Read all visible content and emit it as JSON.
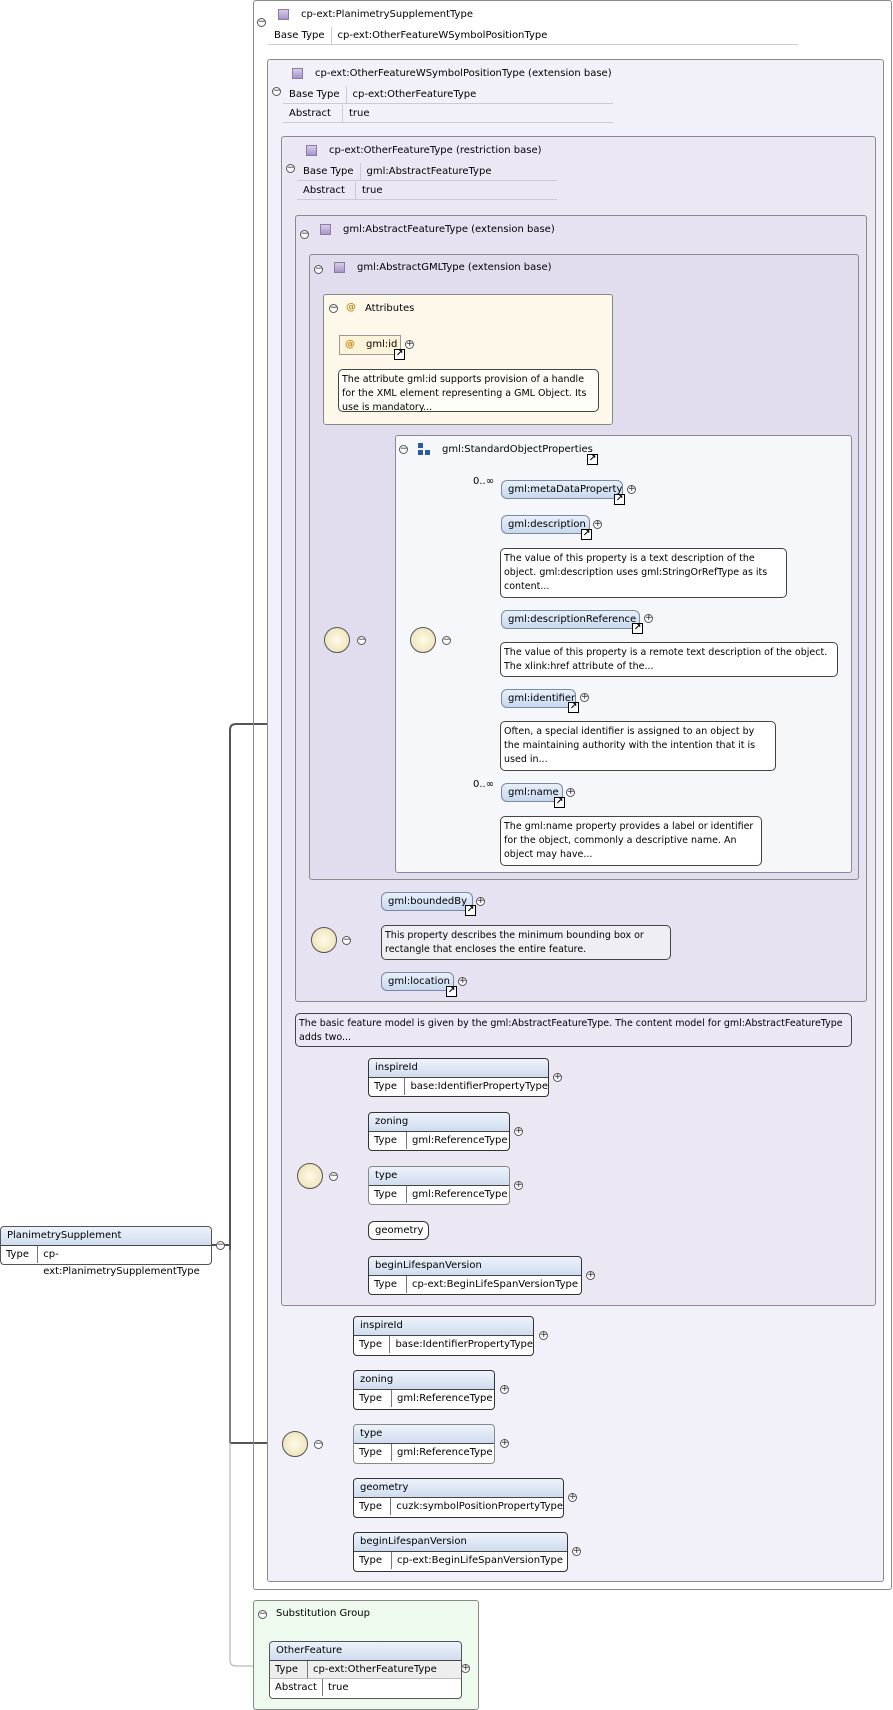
{
  "root_type": {
    "title": "cp-ext:PlanimetrySupplementType",
    "base_type_key": "Base Type",
    "base_type_value": "cp-ext:OtherFeatureWSymbolPositionType"
  },
  "ext1": {
    "title": "cp-ext:OtherFeatureWSymbolPositionType (extension base)",
    "base_type_key": "Base Type",
    "base_type_value": "cp-ext:OtherFeatureType",
    "abstract_key": "Abstract",
    "abstract_value": "true"
  },
  "ext2": {
    "title": "cp-ext:OtherFeatureType (restriction base)",
    "base_type_key": "Base Type",
    "base_type_value": "gml:AbstractFeatureType",
    "abstract_key": "Abstract",
    "abstract_value": "true"
  },
  "ext3": {
    "title": "gml:AbstractFeatureType (extension base)"
  },
  "ext4": {
    "title": "gml:AbstractGMLType (extension base)"
  },
  "attributes": {
    "title": "Attributes",
    "id_label": "gml:id",
    "id_doc": "The attribute gml:id supports provision of a handle for the XML element representing a GML Object. Its use is mandatory..."
  },
  "std_group": {
    "title": "gml:StandardObjectProperties"
  },
  "std_props": [
    {
      "label": "gml:metaDataProperty",
      "card": "0..∞",
      "doc": ""
    },
    {
      "label": "gml:description",
      "card": "",
      "doc": "The value of this property is a text description of the object. gml:description uses gml:StringOrRefType as its content..."
    },
    {
      "label": "gml:descriptionReference",
      "card": "",
      "doc": "The value of this property is a remote text description of the object. The xlink:href attribute of the..."
    },
    {
      "label": "gml:identifier",
      "card": "",
      "doc": "Often, a special identifier is assigned to an object by the maintaining authority with the intention that it is used in..."
    },
    {
      "label": "gml:name",
      "card": "0..∞",
      "doc": "The gml:name property provides a label or identifier for the object, commonly a descriptive name. An object may have..."
    }
  ],
  "feature_props": [
    {
      "label": "gml:boundedBy",
      "doc": "This property describes the minimum bounding box or rectangle that encloses the entire feature."
    },
    {
      "label": "gml:location",
      "doc": ""
    }
  ],
  "feature_doc": "The basic feature model is given by the gml:AbstractFeatureType. The content model for gml:AbstractFeatureType adds two...",
  "type_key": "Type",
  "seq1": [
    {
      "name": "inspireId",
      "type": "base:IdentifierPropertyType"
    },
    {
      "name": "zoning",
      "type": "gml:ReferenceType"
    },
    {
      "name": "type",
      "type": "gml:ReferenceType"
    },
    {
      "name": "geometry",
      "type": ""
    },
    {
      "name": "beginLifespanVersion",
      "type": "cp-ext:BeginLifeSpanVersionType"
    }
  ],
  "seq2": [
    {
      "name": "inspireId",
      "type": "base:IdentifierPropertyType"
    },
    {
      "name": "zoning",
      "type": "gml:ReferenceType"
    },
    {
      "name": "type",
      "type": "gml:ReferenceType"
    },
    {
      "name": "geometry",
      "type": "cuzk:symbolPositionPropertyType"
    },
    {
      "name": "beginLifespanVersion",
      "type": "cp-ext:BeginLifeSpanVersionType"
    }
  ],
  "element": {
    "name": "PlanimetrySupplement",
    "type_key": "Type",
    "type_value": "cp-ext:PlanimetrySupplementType"
  },
  "subst": {
    "title": "Substitution Group",
    "name": "OtherFeature",
    "type_key": "Type",
    "type_value": "cp-ext:OtherFeatureType",
    "abstract_key": "Abstract",
    "abstract_value": "true"
  }
}
